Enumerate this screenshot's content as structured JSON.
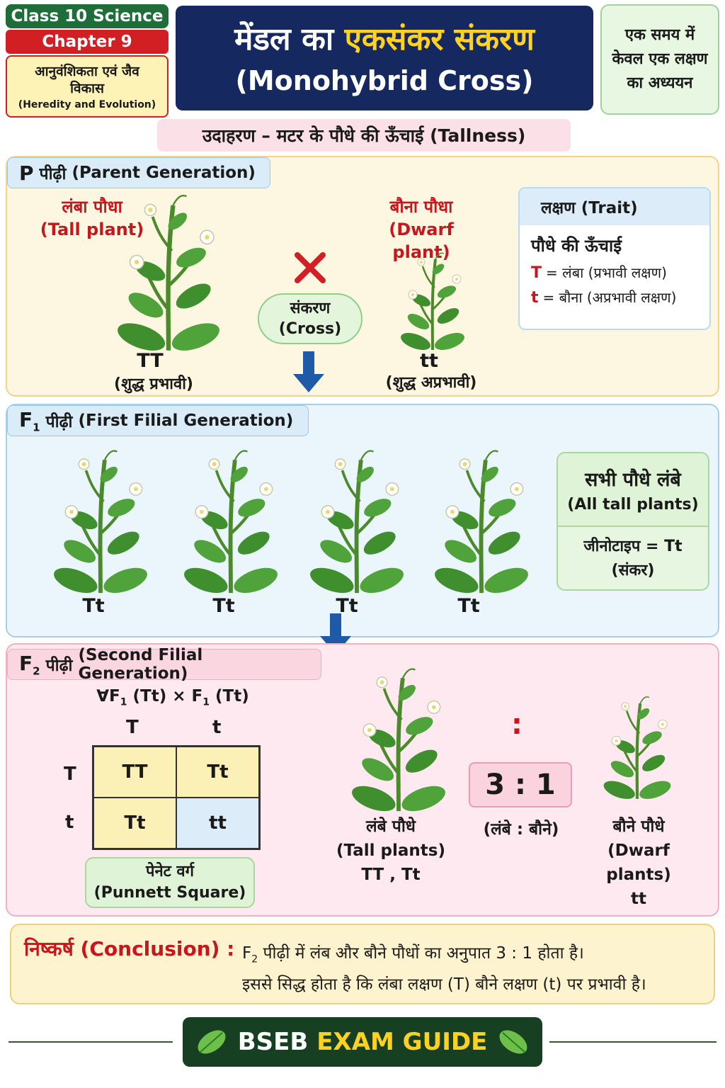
{
  "header": {
    "class_label": "Class 10 Science",
    "chapter_label": "Chapter 9",
    "unit_hindi": "आनुवंशिकता एवं जैव विकास",
    "unit_english": "(Heredity and Evolution)",
    "title_plain": "मेंडल का",
    "title_highlight": "एकसंकर संकरण",
    "title_english": "(Monohybrid Cross)",
    "note": "एक समय में केवल एक लक्षण का अध्ययन",
    "example": "उदाहरण – मटर के पौधे की ऊँचाई (Tallness)"
  },
  "p_gen": {
    "head_letter": "P",
    "head_hindi": "पीढ़ी",
    "head_english": "(Parent Generation)",
    "tall_label_hi": "लंबा पौधा",
    "tall_label_en": "(Tall plant)",
    "dwarf_label_hi": "बौना पौधा",
    "dwarf_label_en": "(Dwarf plant)",
    "tall_genotype": "TT",
    "tall_desc": "(शुद्ध प्रभावी)",
    "dwarf_genotype": "tt",
    "dwarf_desc": "(शुद्ध अप्रभावी)",
    "cross_hi": "संकरण",
    "cross_en": "(Cross)"
  },
  "trait": {
    "head": "लक्षण (Trait)",
    "name": "पौधे की ऊँचाई",
    "rows": [
      {
        "key": "T",
        "text": "= लंबा (प्रभावी लक्षण)"
      },
      {
        "key": "t",
        "text": "= बौना (अप्रभावी लक्षण)"
      }
    ]
  },
  "f1_gen": {
    "head_letter": "F",
    "head_sub": "1",
    "head_hindi": "पीढ़ी",
    "head_english": "(First Filial Generation)",
    "plants": [
      "Tt",
      "Tt",
      "Tt",
      "Tt"
    ],
    "info_hi": "सभी पौधे लंबे",
    "info_en": "(All tall plants)",
    "genotype_line": "जीनोटाइप = Tt",
    "genotype_desc": "(संकर)"
  },
  "f2_gen": {
    "head_letter": "F",
    "head_sub": "2",
    "head_hindi": "पीढ़ी",
    "head_english": "(Second Filial Generation)",
    "cross_prefix": "∀F",
    "cross_mid": "(Tt) × F",
    "cross_end": "(Tt)",
    "col_headers": [
      "T",
      "t"
    ],
    "row_headers": [
      "T",
      "t"
    ],
    "cells": [
      "TT",
      "Tt",
      "Tt",
      "tt"
    ],
    "punnett_hi": "पेनेट वर्ग",
    "punnett_en": "(Punnett Square)",
    "colon": ":",
    "ratio": "3 : 1",
    "ratio_desc": "(लंबे : बौने)",
    "tall_hi": "लंबे पौधे",
    "tall_en": "(Tall plants)",
    "tall_geno": "TT , Tt",
    "dwarf_hi": "बौने पौधे",
    "dwarf_en": "(Dwarf plants)",
    "dwarf_geno": "tt"
  },
  "conclusion": {
    "title": "निष्कर्ष (Conclusion) :",
    "line1_a": "F",
    "line1_sub": "2",
    "line1_b": " पीढ़ी में लंब और बौने पौधों का अनुपात 3 : 1 होता है।",
    "line2": "इससे सिद्ध होता है कि लंबा लक्षण (T) बौने लक्षण (t) पर प्रभावी है।"
  },
  "footer": {
    "part1": "BSEB",
    "part2": "EXAM GUIDE"
  },
  "colors": {
    "navy": "#15285f",
    "accent_yellow": "#ffd21f",
    "red": "#c8161d",
    "leaf_green": "#3f8f2e"
  }
}
